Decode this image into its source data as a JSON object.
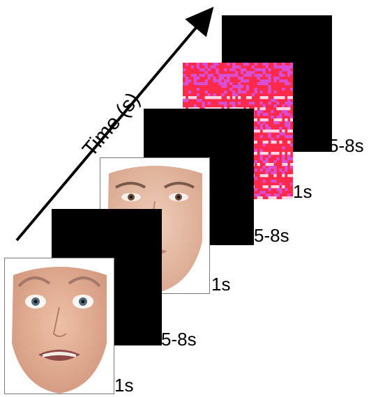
{
  "axis": {
    "label": "Time (s)"
  },
  "trials": [
    {
      "stimulus": "fearful-face",
      "duration": "1s"
    },
    {
      "stimulus": "blank-screen",
      "duration": "5-8s"
    },
    {
      "stimulus": "neutral-face",
      "duration": "1s"
    },
    {
      "stimulus": "blank-screen",
      "duration": "5-8s"
    },
    {
      "stimulus": "spectrogram",
      "duration": "1s"
    },
    {
      "stimulus": "blank-screen",
      "duration": "5-8s"
    }
  ],
  "colors": {
    "blank": "#000000",
    "spectrogram_magenta": "#d84fd6",
    "spectrogram_red": "#ff2a4a",
    "spectrogram_white": "#ffd6e6",
    "skin": "#e6b398"
  }
}
